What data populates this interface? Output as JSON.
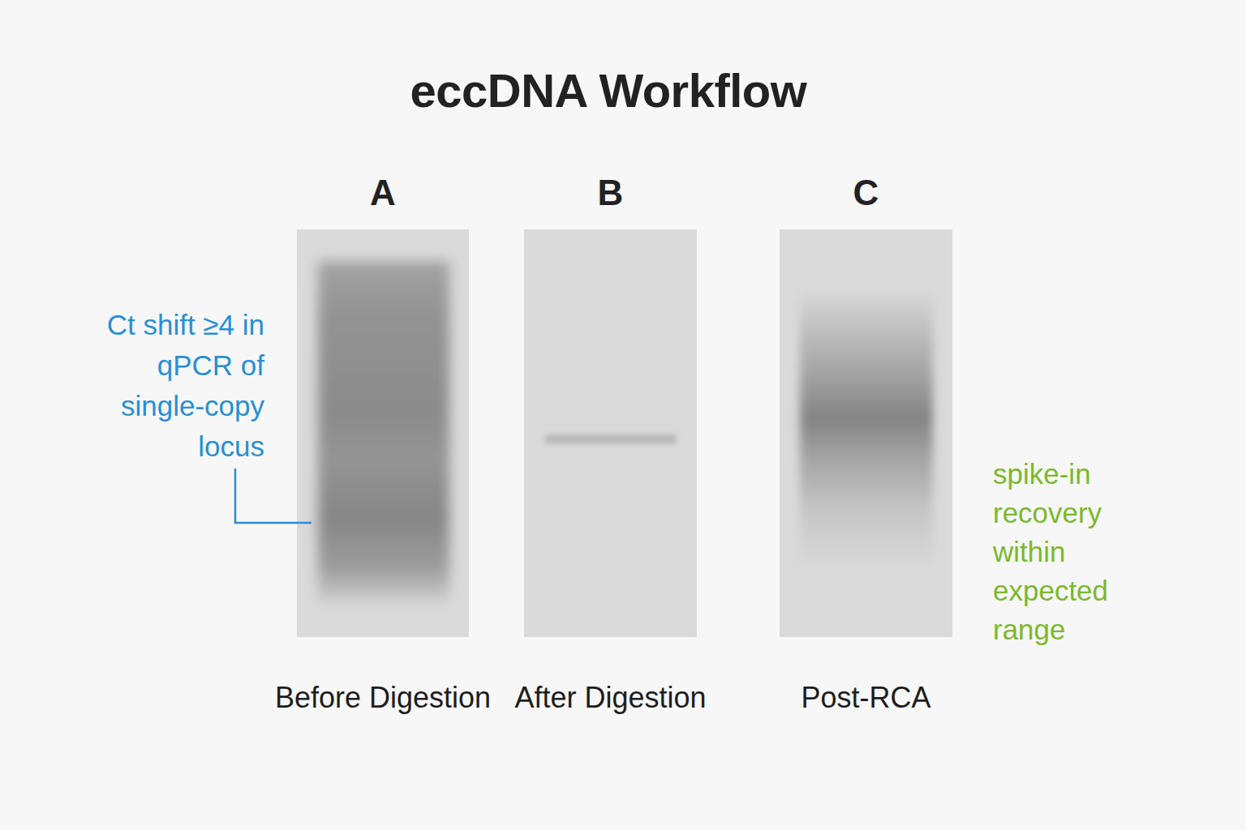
{
  "diagram": {
    "title": "eccDNA Workflow",
    "nodes": [
      {
        "text": [
          "A",
          "Before Digestion"
        ]
      },
      {
        "text": [
          "B",
          "After Digestion"
        ]
      },
      {
        "text": [
          "C",
          "Post-RCA"
        ]
      }
    ],
    "labels": [
      "Ct shift ≥4 in qPCR of single-copy locus",
      "spike-in recovery within expected range"
    ]
  }
}
